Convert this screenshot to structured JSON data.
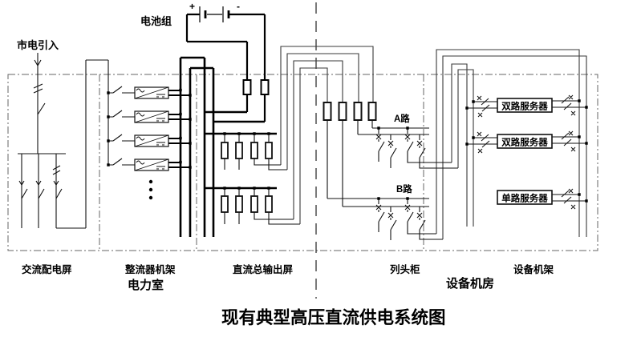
{
  "title": "现有典型高压直流供电系统图",
  "rooms": {
    "power_room": "电力室",
    "equipment_room": "设备机房"
  },
  "sections": {
    "ac_panel": "交流配电屏",
    "rectifier_rack": "整流器机架",
    "dc_output_panel": "直流总输出屏",
    "row_head_cabinet": "列头柜",
    "equipment_rack": "设备机架"
  },
  "annotations": {
    "mains_input": "市电引入",
    "battery_pack": "电池组",
    "battery_plus": "+",
    "battery_minus": "-",
    "path_a": "A路",
    "path_b": "B路"
  },
  "servers": [
    {
      "label": "双路服务器",
      "type": "dual"
    },
    {
      "label": "双路服务器",
      "type": "dual"
    },
    {
      "label": "单路服务器",
      "type": "single"
    }
  ],
  "structure": {
    "rectifier_modules_shown": 4,
    "dc_output_buses": 2,
    "dc_output_fuses_per_bus": 4,
    "row_head_fuses": 4,
    "battery_fuses": 2,
    "ac_feeder_drops": 3
  },
  "colors": {
    "wire": "#111111",
    "thick_bus": "#000000",
    "cable_run": "#3a3a3a",
    "room_border": "#666666",
    "background": "#ffffff",
    "text": "#000000"
  }
}
